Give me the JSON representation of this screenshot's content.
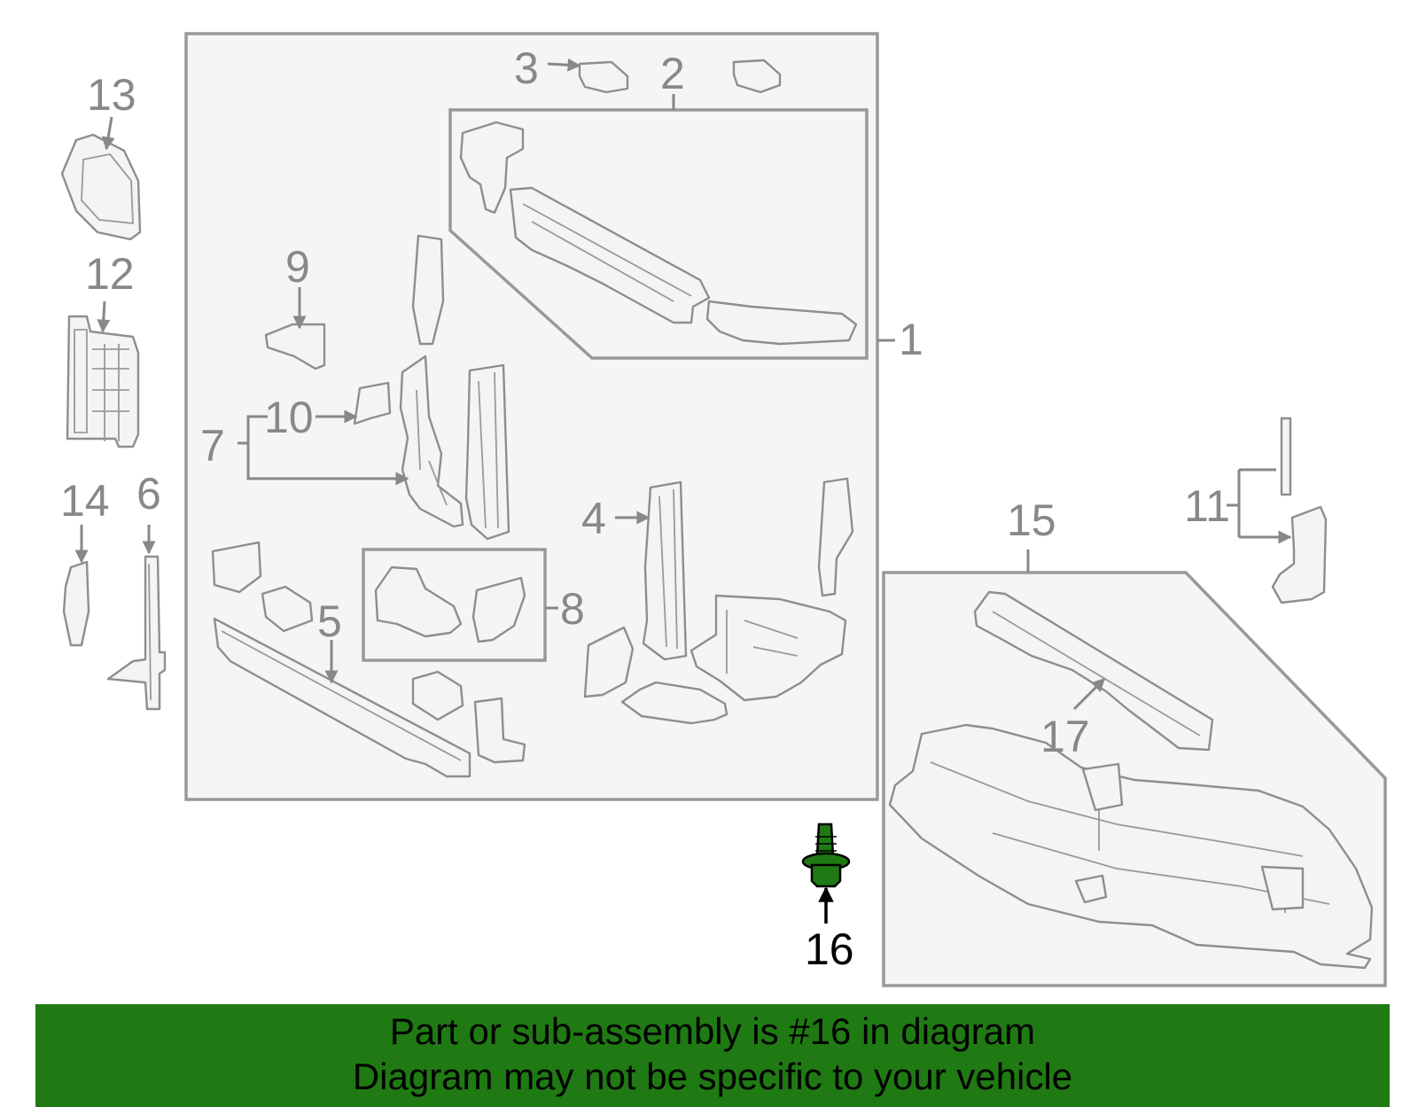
{
  "diagram": {
    "callouts": {
      "c1": "1",
      "c2": "2",
      "c3": "3",
      "c4": "4",
      "c5": "5",
      "c6": "6",
      "c7": "7",
      "c8": "8",
      "c9": "9",
      "c10": "10",
      "c11": "11",
      "c12": "12",
      "c13": "13",
      "c14": "14",
      "c15": "15",
      "c16": "16",
      "c17": "17"
    },
    "highlighted_part": "16",
    "colors": {
      "highlight": "#1f7a13",
      "line_art": "#8e8e8e",
      "banner": "#1f7a13"
    }
  },
  "banner": {
    "line1": "Part or sub-assembly is #16 in diagram",
    "line2": "Diagram may not be specific to your vehicle"
  }
}
